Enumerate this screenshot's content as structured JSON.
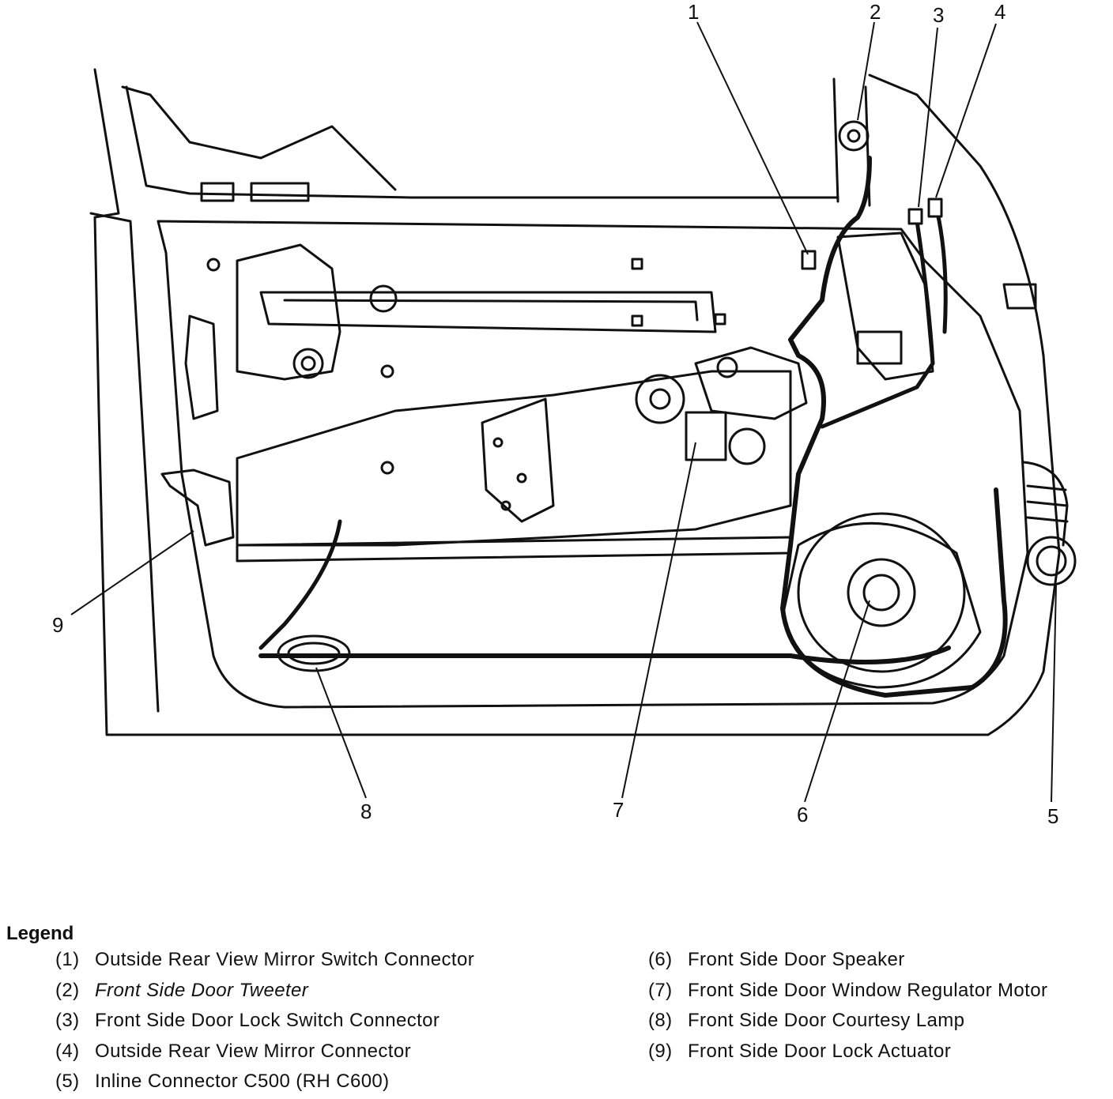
{
  "diagram": {
    "callouts": [
      "1",
      "2",
      "3",
      "4",
      "5",
      "6",
      "7",
      "8",
      "9"
    ]
  },
  "legend": {
    "title": "Legend",
    "left_items": [
      {
        "num": "(1)",
        "text": "Outside Rear View Mirror Switch Connector"
      },
      {
        "num": "(2)",
        "text": "Front Side Door Tweeter"
      },
      {
        "num": "(3)",
        "text": "Front Side Door Lock Switch Connector"
      },
      {
        "num": "(4)",
        "text": "Outside Rear View Mirror Connector"
      },
      {
        "num": "(5)",
        "text": "Inline Connector C500 (RH C600)"
      }
    ],
    "right_items": [
      {
        "num": "(6)",
        "text": "Front Side Door Speaker"
      },
      {
        "num": "(7)",
        "text": "Front Side Door Window Regulator Motor"
      },
      {
        "num": "(8)",
        "text": "Front Side Door Courtesy Lamp"
      },
      {
        "num": "(9)",
        "text": "Front Side Door Lock Actuator"
      }
    ]
  }
}
